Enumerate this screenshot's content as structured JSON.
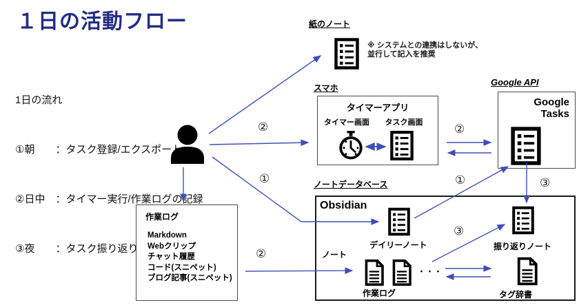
{
  "title": "１日の活動フロー",
  "legend": {
    "heading": "1日の流れ",
    "lines": [
      "①朝　　：タスク登録/エクスポート",
      "②日中　：タイマー実行/作業ログの記録",
      "③夜　　：タスク振り返り"
    ]
  },
  "paper_note": {
    "label": "紙のノート",
    "annotation_line1": "※ システムとの連携はしないが、",
    "annotation_line2": "並行して記入を推奨"
  },
  "smartphone": {
    "label": "スマホ",
    "app_title": "タイマーアプリ",
    "timer_screen_label": "タイマー画面",
    "task_screen_label": "タスク画面"
  },
  "google": {
    "api_label": "Google API",
    "tasks_line1": "Google",
    "tasks_line2": "Tasks"
  },
  "worklog_box": {
    "title": "作業ログ",
    "items": [
      "Markdown",
      "Webクリップ",
      "チャット履歴",
      "コード(スニペット)",
      "ブログ記事(スニペット)"
    ]
  },
  "obsidian": {
    "db_label": "ノートデータベース",
    "title": "Obsidian",
    "daily_note_label": "デイリーノート",
    "note_label": "ノート",
    "worklog_label": "作業ログ",
    "ellipsis": "・・・",
    "review_note_label": "振り返りノート",
    "tag_dict_label": "タグ辞書"
  },
  "steps": {
    "s1": "①",
    "s2": "②",
    "s3": "③"
  },
  "icons": [
    "person-icon",
    "note-list-icon",
    "document-icon",
    "stopwatch-icon"
  ],
  "colors": {
    "title_text": "#232D84",
    "arrow": "#3E4FB8",
    "box_border": "#4a4a4a",
    "icon_black": "#000000"
  }
}
